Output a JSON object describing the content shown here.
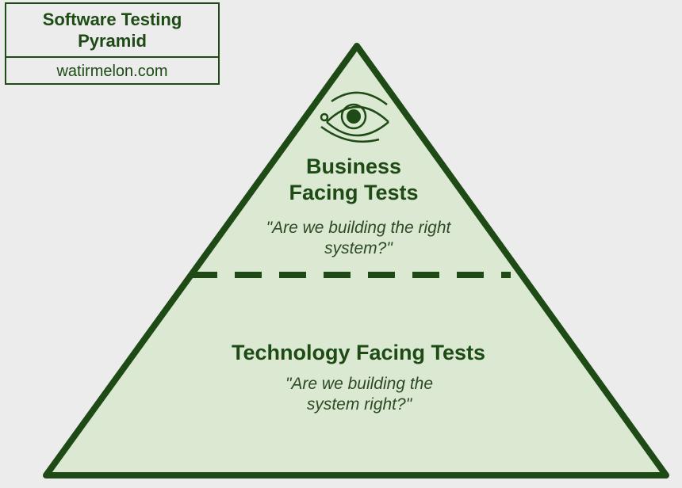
{
  "title_box": {
    "title_line1": "Software Testing",
    "title_line2": "Pyramid",
    "site": "watirmelon.com"
  },
  "pyramid": {
    "top": {
      "heading_line1": "Business",
      "heading_line2": "Facing Tests",
      "question_line1": "\"Are we building the right",
      "question_line2": "system?\"",
      "icon": "eye-icon"
    },
    "bottom": {
      "heading": "Technology Facing Tests",
      "question_line1": "\"Are we building the",
      "question_line2": "system right?\""
    }
  },
  "colors": {
    "outline": "#1e4a16",
    "fill": "#dbe9d2",
    "background": "#ececec"
  }
}
